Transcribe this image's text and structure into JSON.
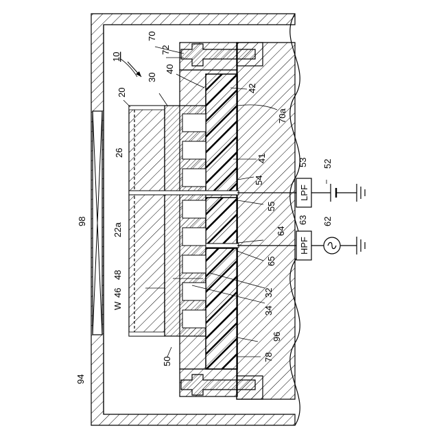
{
  "figure": {
    "ref_labels": [
      {
        "id": "10",
        "text": "10"
      },
      {
        "id": "20",
        "text": "20"
      },
      {
        "id": "22a",
        "text": "22a"
      },
      {
        "id": "26",
        "text": "26"
      },
      {
        "id": "30",
        "text": "30"
      },
      {
        "id": "32",
        "text": "32"
      },
      {
        "id": "34",
        "text": "34"
      },
      {
        "id": "40",
        "text": "40"
      },
      {
        "id": "41",
        "text": "41"
      },
      {
        "id": "42",
        "text": "42"
      },
      {
        "id": "46",
        "text": "46"
      },
      {
        "id": "48",
        "text": "48"
      },
      {
        "id": "50",
        "text": "50"
      },
      {
        "id": "52",
        "text": "52"
      },
      {
        "id": "53",
        "text": "53"
      },
      {
        "id": "54",
        "text": "54"
      },
      {
        "id": "55",
        "text": "55"
      },
      {
        "id": "62",
        "text": "62"
      },
      {
        "id": "63",
        "text": "63"
      },
      {
        "id": "64",
        "text": "64"
      },
      {
        "id": "65",
        "text": "65"
      },
      {
        "id": "70",
        "text": "70"
      },
      {
        "id": "70a",
        "text": "70a"
      },
      {
        "id": "72",
        "text": "72"
      },
      {
        "id": "78",
        "text": "78"
      },
      {
        "id": "94",
        "text": "94"
      },
      {
        "id": "96",
        "text": "96"
      },
      {
        "id": "98",
        "text": "98"
      },
      {
        "id": "W",
        "text": "W"
      }
    ],
    "lpf_label": "LPF",
    "hpf_label": "HPF"
  }
}
